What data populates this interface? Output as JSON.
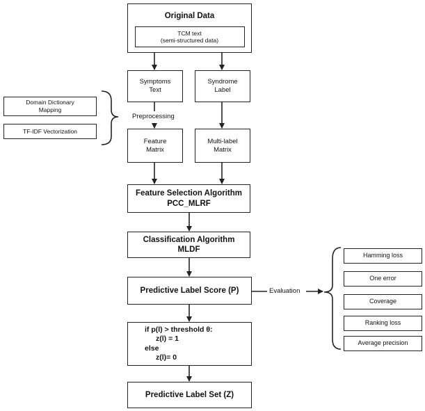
{
  "original_data": {
    "title": "Original Data",
    "inner_line1": "TCM text",
    "inner_line2": "(semi-structured data)"
  },
  "symptoms": {
    "line1": "Symptoms",
    "line2": "Text"
  },
  "syndrome": {
    "line1": "Syndrome",
    "line2": "Label"
  },
  "preprocessing_label": "Preprocessing",
  "feature_matrix": {
    "line1": "Feature",
    "line2": "Matrix"
  },
  "multilabel_matrix": {
    "line1": "Multi-label",
    "line2": "Matrix"
  },
  "side_methods": {
    "domain_line1": "Domain Dictionary",
    "domain_line2": "Mapping",
    "tfidf": "TF-IDF Vectorization"
  },
  "feature_selection": {
    "line1": "Feature Selection Algorithm",
    "line2": "PCC_MLRF"
  },
  "classification": {
    "line1": "Classification Algorithm",
    "line2": "MLDF"
  },
  "predictive_score": "Predictive Label Score (P)",
  "evaluation_label": "Evaluation",
  "metrics": [
    "Hamming loss",
    "One error",
    "Coverage",
    "Ranking loss",
    "Average precision"
  ],
  "threshold": {
    "line1": "if p(l) > threshold θ:",
    "line2": "z(l) = 1",
    "line3": "else",
    "line4": "z(l)= 0"
  },
  "predictive_set": "Predictive Label Set (Z)"
}
